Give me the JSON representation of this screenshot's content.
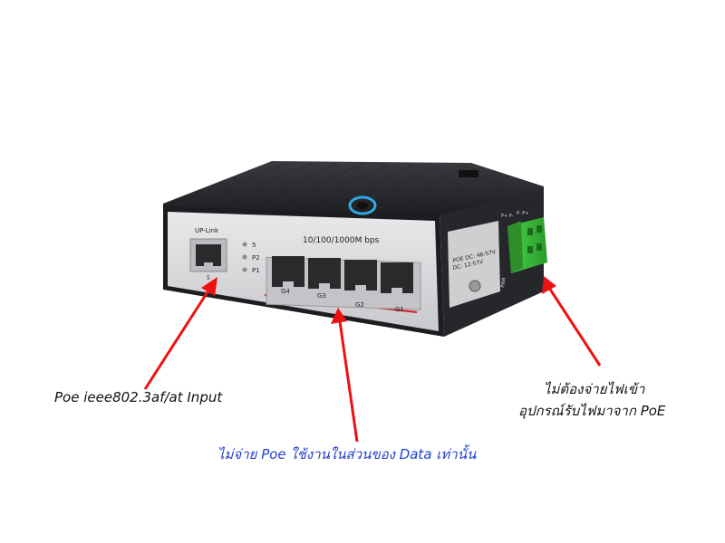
{
  "device": {
    "uplink_label": "UP-Link",
    "uplink_port_number": "5",
    "led_labels": [
      "5",
      "P2",
      "P1"
    ],
    "speed_label": "10/100/1000M bps",
    "port_labels": [
      "G4",
      "G3",
      "G2",
      "G1"
    ],
    "power_spec_line1": "POE DC: 48-57V",
    "power_spec_line2": "DC: 12-57V",
    "terminal_labels": [
      "P+ P-",
      "P- P+"
    ],
    "side_text": "PWR"
  },
  "annotations": {
    "poe_input": "Poe ieee802.3af/at Input",
    "data_only": "ไม่จ่าย Poe ใช้งานในส่วนของ Data เท่านั้น",
    "no_power_line1": "ไม่ต้องจ่ายไฟเข้า",
    "no_power_line2": "อุปกรณ์รับไฟมาจาก PoE"
  },
  "colors": {
    "arrow": "#ee1111",
    "data_text": "#1f3fd0",
    "terminal_green": "#3cc23c",
    "housing": "#1e1f22",
    "faceplate": "#d9d9dc"
  }
}
